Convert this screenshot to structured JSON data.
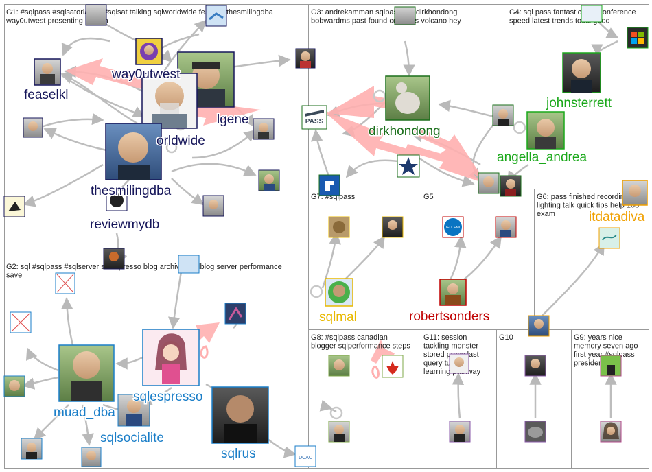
{
  "colors": {
    "g1": "#16165a",
    "g2": "#1a7ec8",
    "g3": "#1a6e1a",
    "g4": "#1aa81a",
    "g7": "#e8b800",
    "g5": "#c00000",
    "g6": "#f0a000",
    "edge_gray": "#b9b9b9",
    "edge_pink": "#ffb0b0",
    "panel_border": "#999999"
  },
  "panels": [
    {
      "id": "G1",
      "title_lines": [
        "G1: #sqlpass #sqlsatorlando #sqlsat talking sqlworldwide feaselkl thesmilingdba",
        "way0utwest presenting person"
      ]
    },
    {
      "id": "G2",
      "title_lines": [
        "G2: sql #sqlpass #sqlserver sqlespresso blog archive #sqlblog server performance",
        "save"
      ]
    },
    {
      "id": "G3",
      "title_lines": [
        "G3: andrekamman sqlpass_de dirkhondong",
        "bobwardms past found cd slides volcano hey"
      ]
    },
    {
      "id": "G4",
      "title_lines": [
        "G4: sql pass fantastic free conference",
        "speed latest trends tools good"
      ]
    },
    {
      "id": "G7",
      "title_lines": [
        "G7: #sqlpass"
      ]
    },
    {
      "id": "G5",
      "title_lines": [
        "G5"
      ]
    },
    {
      "id": "G6",
      "title_lines": [
        "G6: pass finished recording",
        "lighting talk quick tips help 100",
        "exam"
      ]
    },
    {
      "id": "G8",
      "title_lines": [
        "G8: #sqlpass canadian",
        "blogger sqlperformance steps"
      ]
    },
    {
      "id": "G11",
      "title_lines": [
        "G11: session",
        "tackling monster",
        "stored procs last",
        "query tuning",
        "learning pathway"
      ]
    },
    {
      "id": "G10",
      "title_lines": [
        "G10"
      ]
    },
    {
      "id": "G9",
      "title_lines": [
        "G9: years nice",
        "memory seven ago",
        "first year #sqlpass",
        "president vp"
      ]
    }
  ],
  "labels": [
    {
      "id": "feaselkl",
      "text": "feaselkl",
      "group": "g1"
    },
    {
      "id": "way0utwest",
      "text": "way0utwest",
      "group": "g1"
    },
    {
      "id": "gene",
      "text": "lgene",
      "group": "g1"
    },
    {
      "id": "sqlworldwide",
      "text": "orldwide",
      "group": "g1"
    },
    {
      "id": "thesmilingdba",
      "text": "thesmilingdba",
      "group": "g1"
    },
    {
      "id": "reviewmydb",
      "text": "reviewmydb",
      "group": "g1"
    },
    {
      "id": "dirkhondong",
      "text": "dirkhondong",
      "group": "g3"
    },
    {
      "id": "johnsterrett",
      "text": "johnsterrett",
      "group": "g4"
    },
    {
      "id": "angella_andrea",
      "text": "angella_andrea",
      "group": "g4"
    },
    {
      "id": "sqlmal",
      "text": "sqlmal",
      "group": "g7"
    },
    {
      "id": "robertsonders",
      "text": "robertsonders",
      "group": "g5"
    },
    {
      "id": "itdatadiva",
      "text": "itdatadiva",
      "group": "g6"
    },
    {
      "id": "sqlespresso",
      "text": "sqlespresso",
      "group": "g2"
    },
    {
      "id": "muad_dba",
      "text": "muad_dba",
      "group": "g2"
    },
    {
      "id": "sqlsocialite",
      "text": "sqlsocialite",
      "group": "g2"
    },
    {
      "id": "sqlrus",
      "text": "sqlrus",
      "group": "g2"
    }
  ],
  "logos": {
    "pass_text": "PASS",
    "dellemc_text": "DELL EMC",
    "dcac_text": "DCAC"
  }
}
